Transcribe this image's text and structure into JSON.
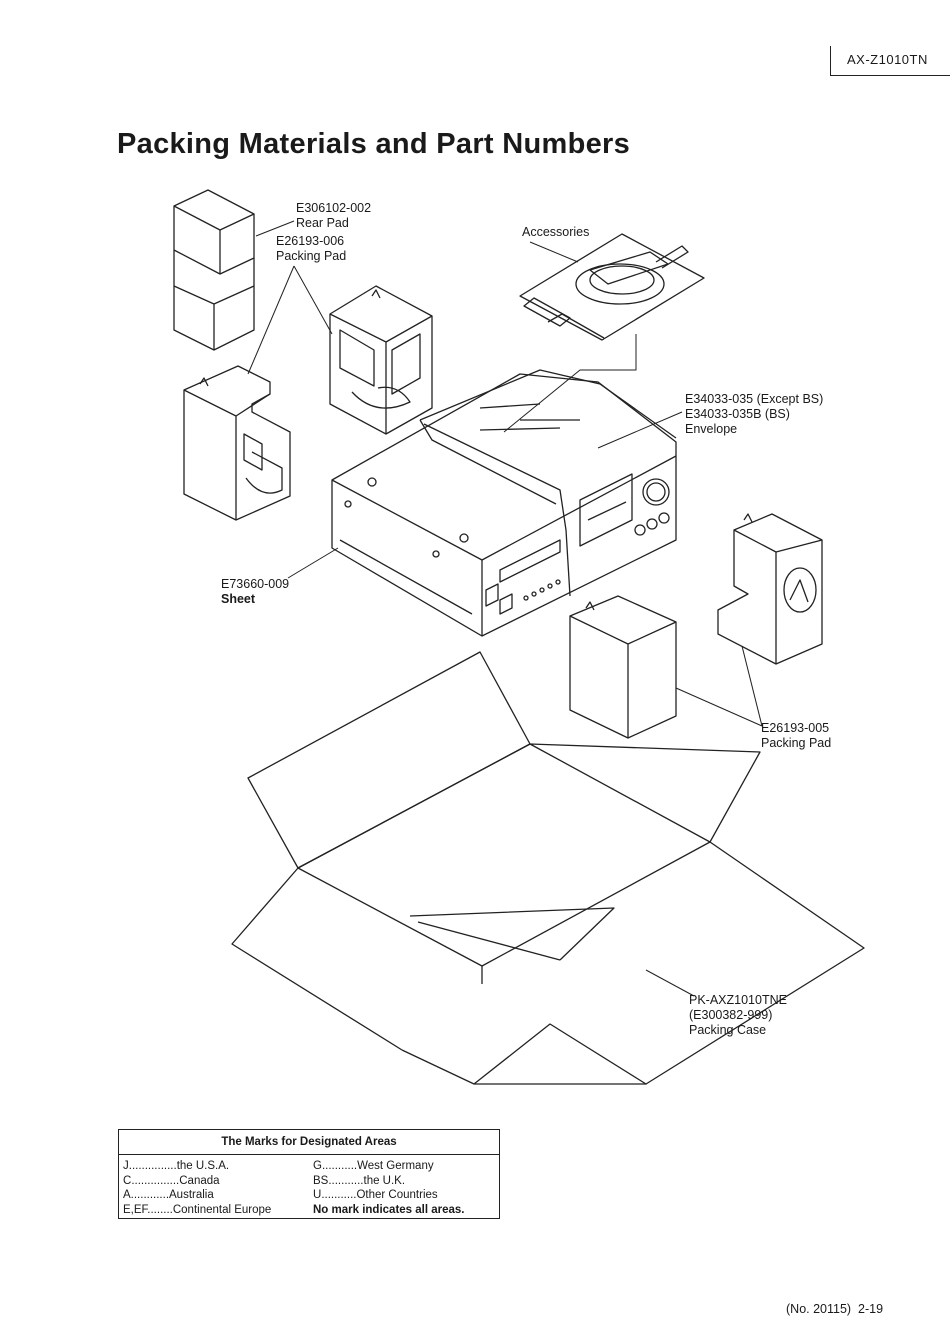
{
  "header": {
    "model": "AX-Z1010TN"
  },
  "title": "Packing Materials and Part Numbers",
  "labels": {
    "rear_pad": {
      "part": "E306102-002",
      "name": "Rear Pad"
    },
    "packing_pad_top": {
      "part": "E26193-006",
      "name": "Packing Pad"
    },
    "accessories": {
      "name": "Accessories"
    },
    "envelope": {
      "part1": "E34033-035 (Except BS)",
      "part2": "E34033-035B (BS)",
      "name": "Envelope"
    },
    "sheet": {
      "part": "E73660-009",
      "name": "Sheet"
    },
    "packing_pad_right": {
      "part": "E26193-005",
      "name": "Packing Pad"
    },
    "packing_case": {
      "part1": "PK-AXZ1010TNE",
      "part2": "(E300382-999)",
      "name": "Packing Case"
    }
  },
  "marks_table": {
    "title": "The Marks for Designated Areas",
    "left": [
      {
        "code": "J",
        "dots": "...............",
        "area": "the U.S.A."
      },
      {
        "code": "C",
        "dots": "...............",
        "area": "Canada"
      },
      {
        "code": "A",
        "dots": "............",
        "area": "Australia"
      },
      {
        "code": "E,EF",
        "dots": "........",
        "area": "Continental Europe"
      }
    ],
    "right": [
      {
        "code": "G",
        "dots": "...........",
        "area": "West Germany"
      },
      {
        "code": "BS",
        "dots": "...........",
        "area": "the U.K."
      },
      {
        "code": "U",
        "dots": "...........",
        "area": "Other Countries"
      },
      {
        "code": "",
        "dots": "",
        "area": "No mark indicates all areas."
      }
    ]
  },
  "footer": {
    "doc_no": "(No. 20115)",
    "page": "2-19"
  }
}
